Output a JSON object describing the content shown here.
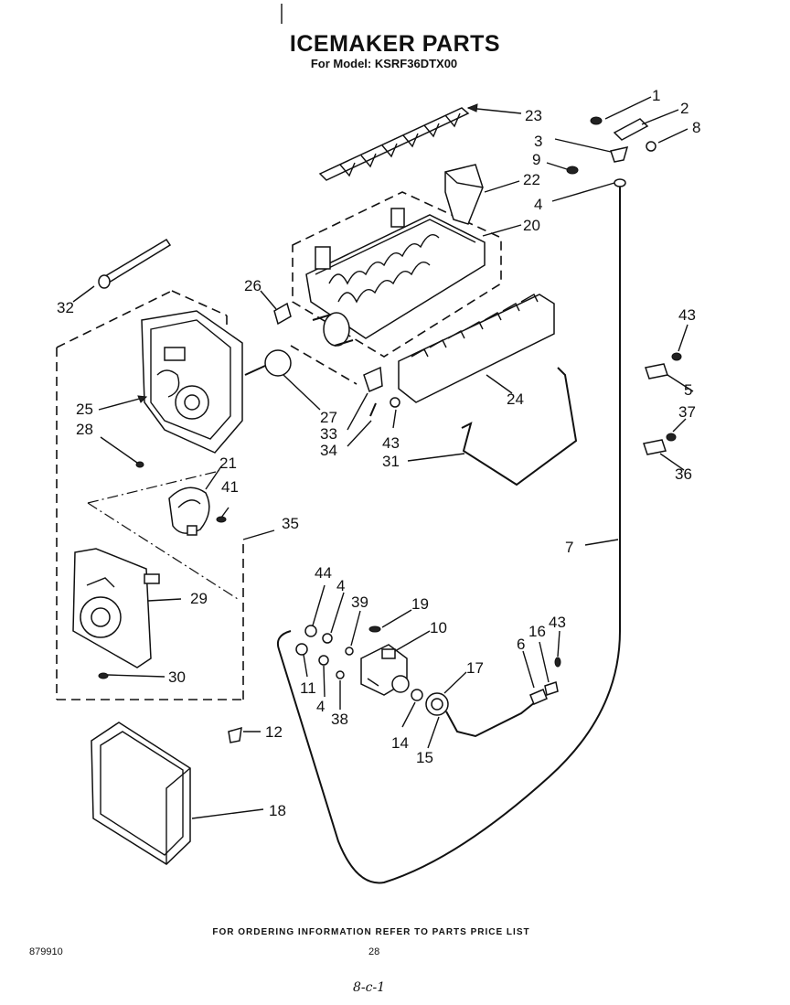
{
  "header": {
    "title": "ICEMAKER PARTS",
    "subtitle": "For Model: KSRF36DTX00"
  },
  "footer": {
    "ordering_note": "FOR ORDERING INFORMATION REFER TO PARTS PRICE LIST",
    "doc_number": "879910",
    "page_number": "28",
    "handwritten_note": "8-c-1"
  },
  "callouts": [
    "1",
    "2",
    "3",
    "4",
    "5",
    "6",
    "7",
    "8",
    "9",
    "10",
    "11",
    "12",
    "14",
    "15",
    "16",
    "17",
    "18",
    "19",
    "20",
    "21",
    "22",
    "23",
    "24",
    "25",
    "26",
    "27",
    "28",
    "29",
    "30",
    "31",
    "32",
    "33",
    "34",
    "35",
    "36",
    "37",
    "38",
    "39",
    "41",
    "43",
    "44"
  ]
}
